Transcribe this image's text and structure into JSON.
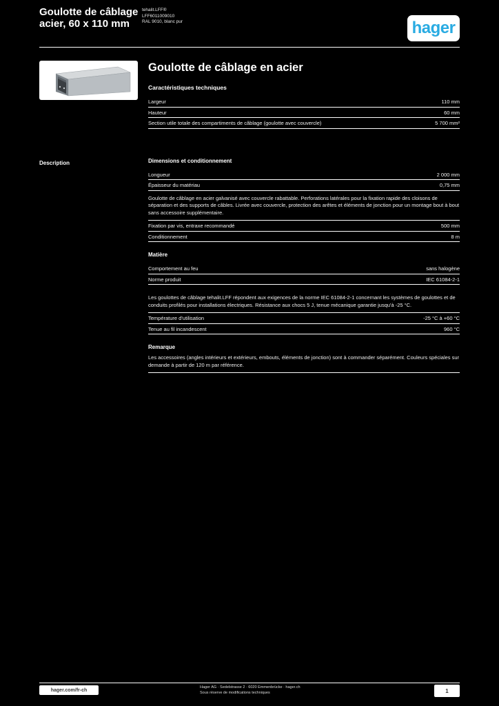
{
  "colors": {
    "brand_blue": "#29abe2",
    "page_bg": "#000000",
    "text": "#f2f2f2"
  },
  "header": {
    "title_line1": "Goulotte de câblage",
    "title_line2": "acier, 60 x 110 mm",
    "meta_line1": "tehalit.LFF®",
    "meta_line2": "LFF6011009010",
    "meta_line3": "RAL 9010, blanc pur",
    "logo_text": "hager"
  },
  "product": {
    "title": "Goulotte de câblage en acier",
    "subtitle": "Caractéristiques techniques"
  },
  "sidebar_label": "Description",
  "specs": {
    "rows_top": [
      {
        "label": "Largeur",
        "value": "110 mm"
      },
      {
        "label": "Hauteur",
        "value": "60 mm"
      },
      {
        "label": "Section utile totale des compartiments de câblage (goulotte avec couvercle)",
        "value": "5 700 mm²"
      }
    ],
    "sec1_heading": "Dimensions et conditionnement",
    "sec1_rows": [
      {
        "label": "Longueur",
        "value": "2 000 mm"
      },
      {
        "label": "Épaisseur du matériau",
        "value": "0,75 mm"
      }
    ],
    "sec1_para": "Goulotte de câblage en acier galvanisé avec couvercle rabattable. Perforations latérales pour la fixation rapide des cloisons de séparation et des supports de câbles. Livrée avec couvercle, protection des arêtes et éléments de jonction pour un montage bout à bout sans accessoire supplémentaire.",
    "sec1_rows2": [
      {
        "label": "Fixation par vis, entraxe recommandé",
        "value": "500 mm"
      },
      {
        "label": "Conditionnement",
        "value": "8 m"
      }
    ],
    "sec2_heading": "Matière",
    "sec2_rows": [
      {
        "label": "Comportement au feu",
        "value": "sans halogène"
      },
      {
        "label": "Norme produit",
        "value": "IEC 61084-2-1"
      }
    ],
    "sec3_para": "Les goulottes de câblage tehalit.LFF répondent aux exigences de la norme IEC 61084-2-1 concernant les systèmes de goulottes et de conduits profilés pour installations électriques. Résistance aux chocs 5 J, tenue mécanique garantie jusqu'à -25 °C.",
    "sec3_rows": [
      {
        "label": "Température d'utilisation",
        "value": "-25 °C à +60 °C"
      },
      {
        "label": "Tenue au fil incandescent",
        "value": "960 °C"
      }
    ],
    "sec4_heading": "Remarque",
    "sec4_para": "Les accessoires (angles intérieurs et extérieurs, embouts, éléments de jonction) sont à commander séparément. Couleurs spéciales sur demande à partir de 120 m par référence."
  },
  "footer": {
    "link": "hager.com/fr-ch",
    "info_line1": "Hager AG · Sedelstrasse 2 · 6020 Emmenbrücke · hager.ch",
    "info_line2": "Sous réserve de modifications techniques",
    "page": "1"
  }
}
